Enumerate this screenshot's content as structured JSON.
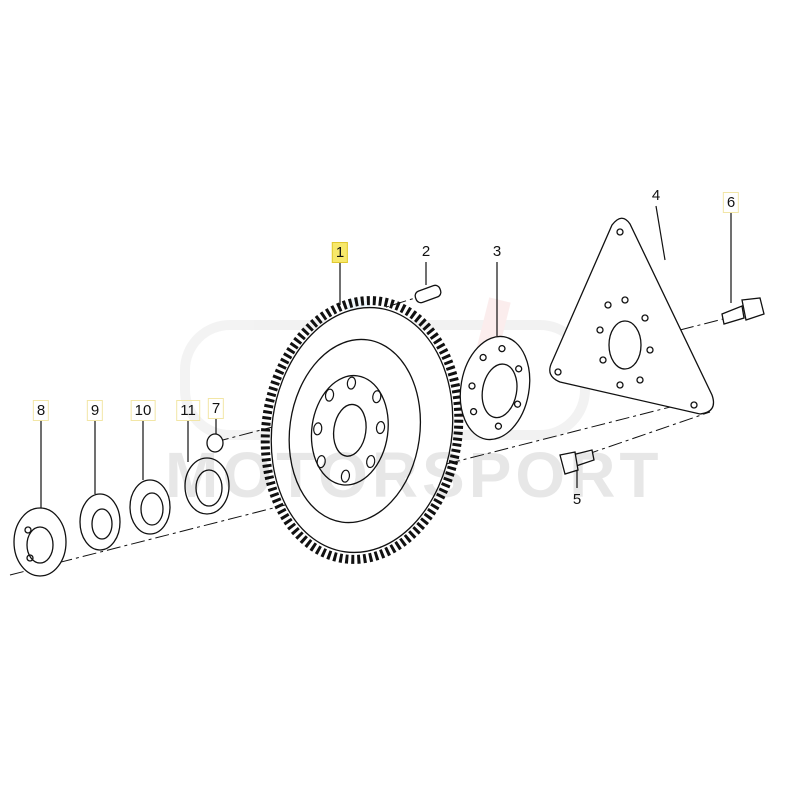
{
  "watermark": "MOTORSPORT",
  "callouts": [
    {
      "num": "1",
      "style": "highlight"
    },
    {
      "num": "2",
      "style": "plain"
    },
    {
      "num": "3",
      "style": "plain"
    },
    {
      "num": "4",
      "style": "plain"
    },
    {
      "num": "5",
      "style": "plain"
    },
    {
      "num": "6",
      "style": "box"
    },
    {
      "num": "7",
      "style": "box"
    },
    {
      "num": "8",
      "style": "box"
    },
    {
      "num": "9",
      "style": "box"
    },
    {
      "num": "10",
      "style": "box"
    },
    {
      "num": "11",
      "style": "box"
    }
  ],
  "colors": {
    "highlight": "#f7e86a",
    "line": "#111111"
  }
}
